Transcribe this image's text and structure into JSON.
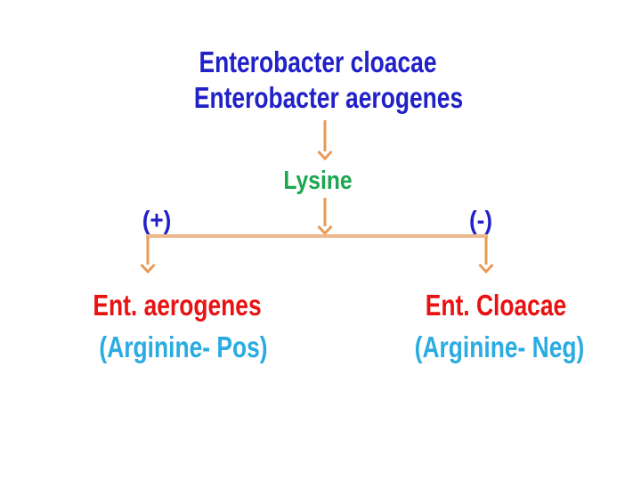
{
  "colors": {
    "title_blue": "#2121c8",
    "lysine_green": "#1ca64f",
    "species_red": "#e81212",
    "note_cyan": "#2aabe2",
    "arrow_orange": "#e89b57",
    "branch_orange": "#eeb88d"
  },
  "diagram": {
    "title_line1": "Enterobacter cloacae",
    "title_line2": "Enterobacter aerogenes",
    "test_label": "Lysine",
    "branch_left_sign": "(+)",
    "branch_right_sign": "(-)",
    "left_result": {
      "organism": "Ent. aerogenes",
      "note": "(Arginine- Pos)"
    },
    "right_result": {
      "organism": "Ent. Cloacae",
      "note": "(Arginine- Neg)"
    }
  }
}
